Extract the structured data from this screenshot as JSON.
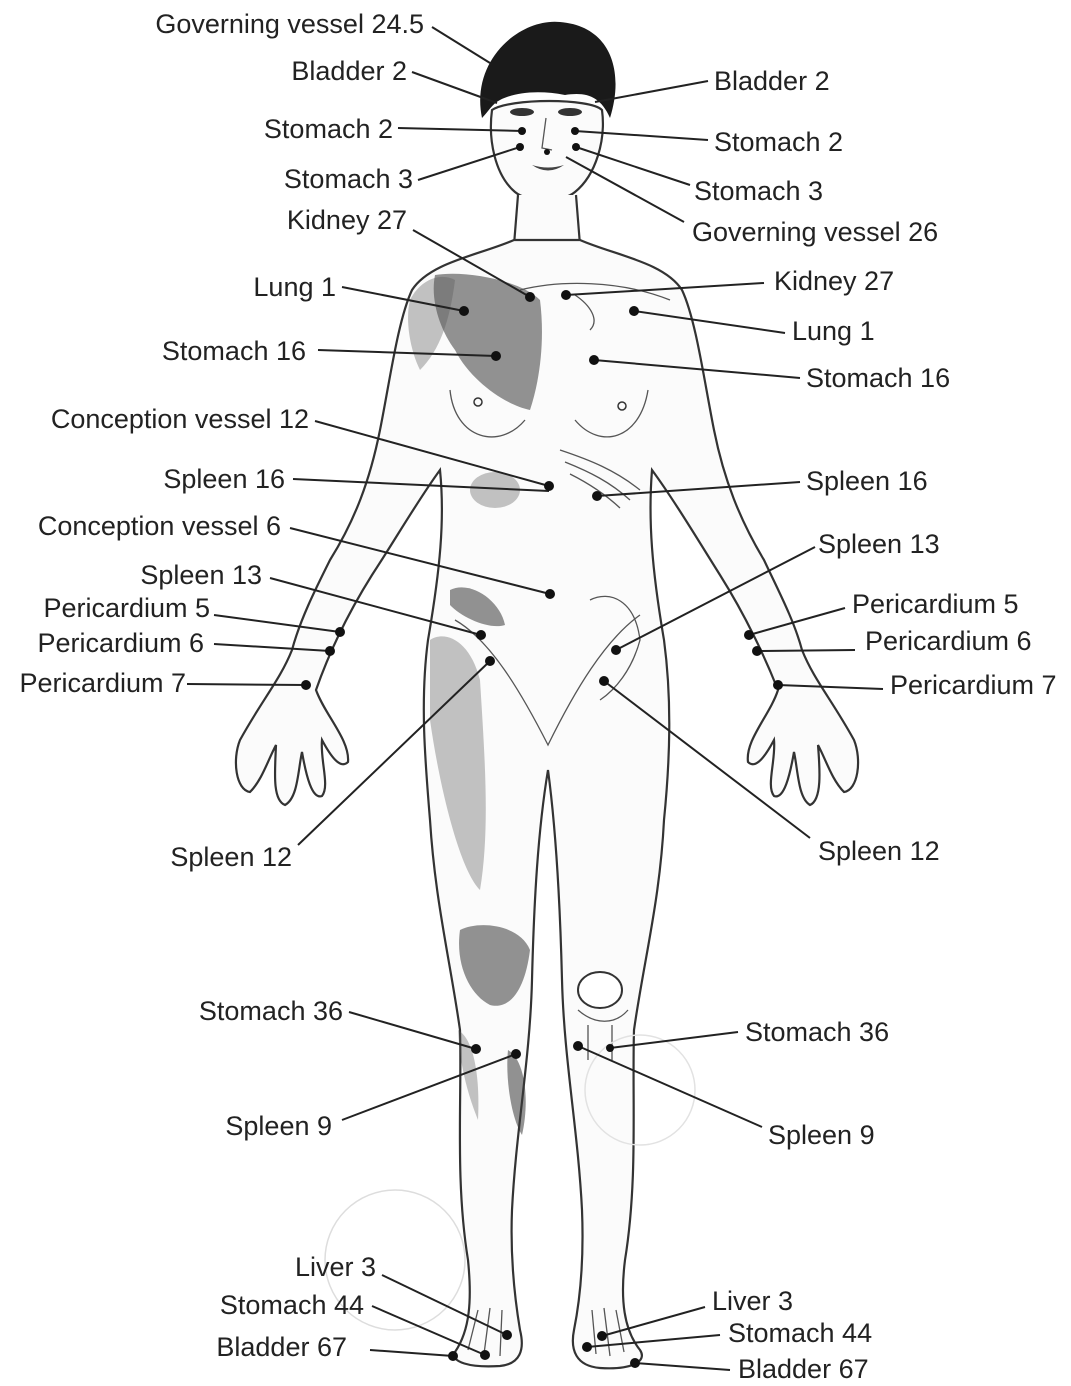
{
  "labels": {
    "gv_24_5": "Governing vessel 24.5",
    "bl2_left": "Bladder 2",
    "bl2_right": "Bladder 2",
    "st2_left": "Stomach 2",
    "st2_right": "Stomach 2",
    "st3_left": "Stomach 3",
    "st3_right": "Stomach 3",
    "gv26": "Governing vessel 26",
    "ki27_left": "Kidney 27",
    "ki27_right": "Kidney 27",
    "lu1_left": "Lung 1",
    "lu1_right": "Lung 1",
    "st16_left": "Stomach 16",
    "st16_right": "Stomach 16",
    "cv12": "Conception vessel 12",
    "sp16_left": "Spleen 16",
    "sp16_right": "Spleen 16",
    "cv6": "Conception vessel 6",
    "sp13_left": "Spleen 13",
    "sp13_right": "Spleen 13",
    "pc5_left": "Pericardium 5",
    "pc5_right": "Pericardium 5",
    "pc6_left": "Pericardium 6",
    "pc6_right": "Pericardium 6",
    "pc7_left": "Pericardium 7",
    "pc7_right": "Pericardium 7",
    "sp12_left": "Spleen 12",
    "sp12_right": "Spleen 12",
    "st36_left": "Stomach 36",
    "st36_right": "Stomach 36",
    "sp9_left": "Spleen 9",
    "sp9_right": "Spleen 9",
    "lv3_left": "Liver 3",
    "lv3_right": "Liver 3",
    "st44_left": "Stomach 44",
    "st44_right": "Stomach 44",
    "bl67_left": "Bladder 67",
    "bl67_right": "Bladder 67"
  }
}
